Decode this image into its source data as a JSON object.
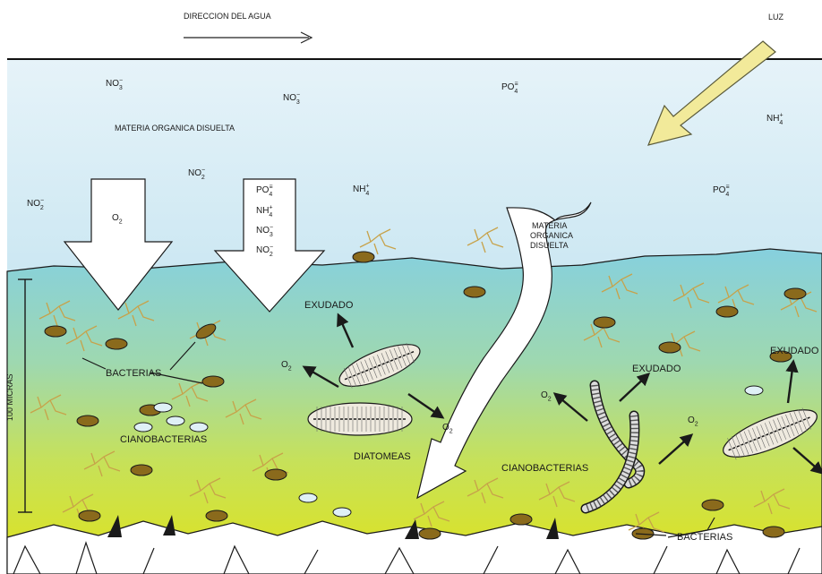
{
  "header": {
    "flow_label": "DIRECCION DEL AGUA",
    "light_label": "LUZ"
  },
  "water_chems": [
    {
      "base": "NO",
      "sub": "3",
      "sup": "−"
    },
    {
      "base": "NO",
      "sub": "3",
      "sup": "−"
    },
    {
      "base": "PO",
      "sub": "4",
      "sup": "≡"
    },
    {
      "base": "NH",
      "sub": "4",
      "sup": "+"
    },
    {
      "base": "NO",
      "sub": "2",
      "sup": "−"
    },
    {
      "base": "NO",
      "sub": "2",
      "sup": "−"
    },
    {
      "base": "NH",
      "sub": "4",
      "sup": "+"
    },
    {
      "base": "PO",
      "sub": "4",
      "sup": "≡"
    }
  ],
  "dissolved_matter_label": "MATERIA ORGANICA DISUELTA",
  "o2_arrow_label": {
    "base": "O",
    "sub": "2"
  },
  "nutrient_arrow_labels": [
    {
      "base": "PO",
      "sub": "4",
      "sup": "≡"
    },
    {
      "base": "NH",
      "sub": "4",
      "sup": "+"
    },
    {
      "base": "NO",
      "sub": "3",
      "sup": "−"
    },
    {
      "base": "NO",
      "sub": "2",
      "sup": "−"
    }
  ],
  "stream_label": [
    "MATERIA",
    "ORGANICA",
    "DISUELTA"
  ],
  "biofilm": {
    "scale_label": "100 MICRAS",
    "bacteria_label": "BACTERIAS",
    "cyanobacteria_label": "CIANOBACTERIAS",
    "diatoms_label": "DIATOMEAS",
    "exudate_label": "EXUDADO",
    "oxygen": {
      "base": "O",
      "sub": "2"
    }
  },
  "colors": {
    "water_top": "#e4f2f8",
    "water_bottom": "#c9e6f2",
    "biofilm_top": "#8fd3df",
    "biofilm_mid": "#a8d98c",
    "biofilm_bottom": "#dbe21a",
    "bacteria": "#8a6a1c",
    "filament": "#c7a24a",
    "light_arrow": "#f2ea9a"
  }
}
